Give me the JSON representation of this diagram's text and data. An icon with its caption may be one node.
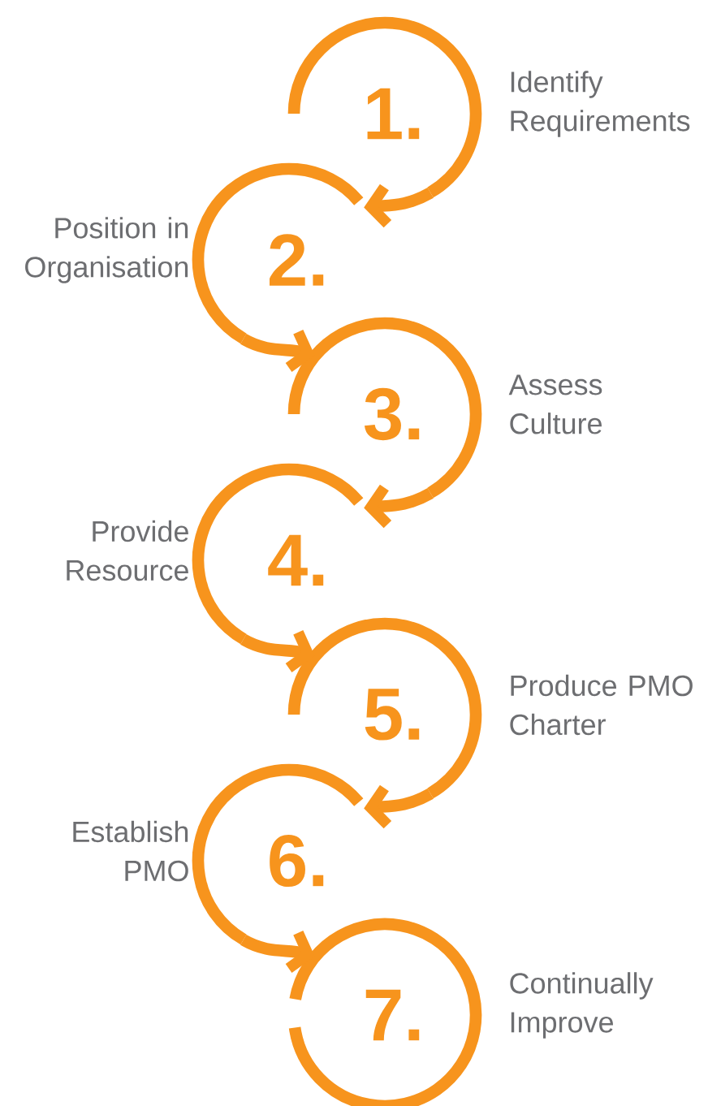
{
  "diagram": {
    "nodes": [
      {
        "text": [
          "1."
        ],
        "beside": [
          "Identify Requirements"
        ]
      },
      {
        "text": [
          "2."
        ],
        "beside": [
          "Position in Organisation"
        ]
      },
      {
        "text": [
          "3."
        ],
        "beside": [
          "Assess Culture"
        ]
      },
      {
        "text": [
          "4."
        ],
        "beside": [
          "Provide Resource"
        ]
      },
      {
        "text": [
          "5."
        ],
        "beside": [
          "Produce PMO Charter"
        ]
      },
      {
        "text": [
          "6."
        ],
        "beside": [
          "Establish PMO"
        ]
      },
      {
        "text": [
          "7."
        ],
        "beside": [
          "Continually Improve"
        ]
      }
    ],
    "edges": [
      {
        "from": 0,
        "to": 1,
        "arrow": "to"
      },
      {
        "from": 1,
        "to": 2,
        "arrow": "to"
      },
      {
        "from": 2,
        "to": 3,
        "arrow": "to"
      },
      {
        "from": 3,
        "to": 4,
        "arrow": "to"
      },
      {
        "from": 4,
        "to": 5,
        "arrow": "to"
      },
      {
        "from": 5,
        "to": 6,
        "arrow": "to"
      }
    ]
  }
}
